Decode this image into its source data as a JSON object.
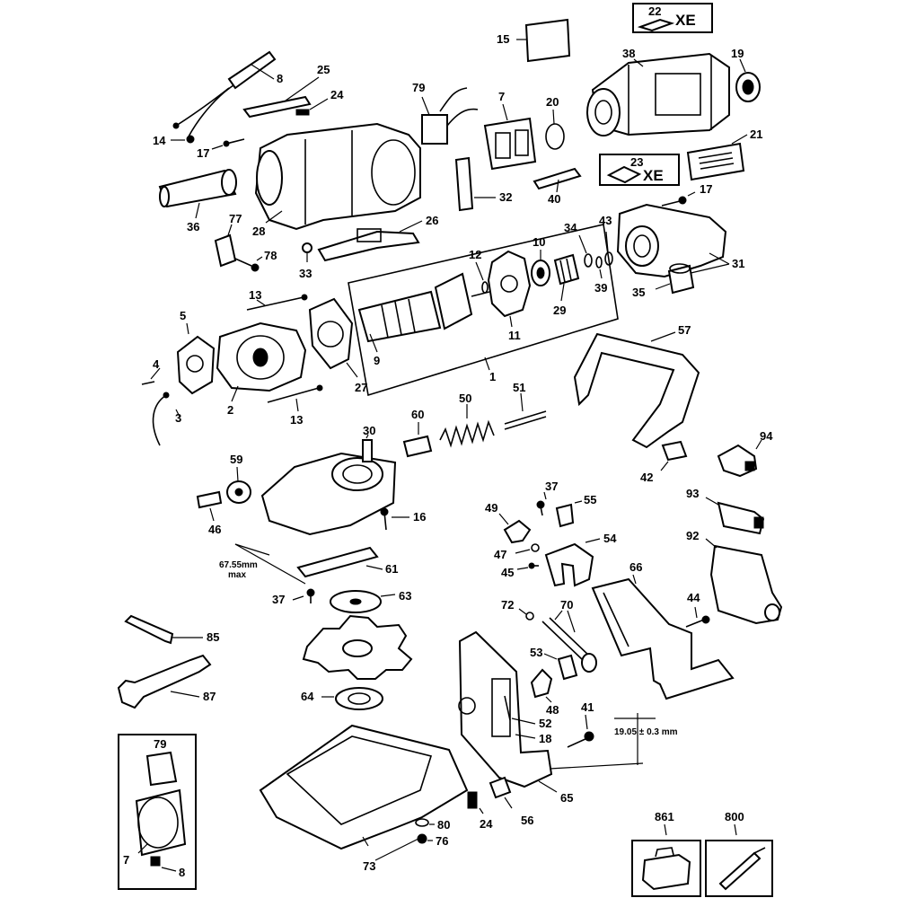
{
  "callouts": {
    "c1": "1",
    "c2": "2",
    "c3": "3",
    "c4": "4",
    "c5": "5",
    "c7": "7",
    "c8": "8",
    "c9": "9",
    "c10": "10",
    "c11": "11",
    "c12": "12",
    "c13a": "13",
    "c13b": "13",
    "c14": "14",
    "c15": "15",
    "c16": "16",
    "c17a": "17",
    "c17b": "17",
    "c18": "18",
    "c19": "19",
    "c20": "20",
    "c21": "21",
    "c24a": "24",
    "c24b": "24",
    "c25": "25",
    "c26": "26",
    "c27": "27",
    "c28": "28",
    "c29": "29",
    "c30": "30",
    "c31": "31",
    "c32": "32",
    "c33": "33",
    "c34": "34",
    "c35": "35",
    "c36": "36",
    "c37a": "37",
    "c37b": "37",
    "c38": "38",
    "c39": "39",
    "c40": "40",
    "c41": "41",
    "c42": "42",
    "c43": "43",
    "c44": "44",
    "c45": "45",
    "c46": "46",
    "c47": "47",
    "c48": "48",
    "c49": "49",
    "c50": "50",
    "c51": "51",
    "c52": "52",
    "c53": "53",
    "c54": "54",
    "c55": "55",
    "c56": "56",
    "c57": "57",
    "c59": "59",
    "c60": "60",
    "c61": "61",
    "c63": "63",
    "c64": "64",
    "c65": "65",
    "c66": "66",
    "c70": "70",
    "c72": "72",
    "c73": "73",
    "c76": "76",
    "c77": "77",
    "c78": "78",
    "c79a": "79",
    "c79b": "79",
    "c80": "80",
    "c85": "85",
    "c87": "87",
    "c92": "92",
    "c93": "93",
    "c94": "94",
    "c7b": "7",
    "c8b": "8",
    "c800": "800",
    "c861": "861"
  },
  "labels": {
    "box22_num": "22",
    "box22_text": "XE",
    "box23_num": "23",
    "box23_text": "XE",
    "dim_depth_line1": "67.55mm",
    "dim_depth_line2": "max",
    "dim_height": "19.05 ± 0.3 mm"
  },
  "colors": {
    "ink": "#000000",
    "paper": "#ffffff"
  }
}
